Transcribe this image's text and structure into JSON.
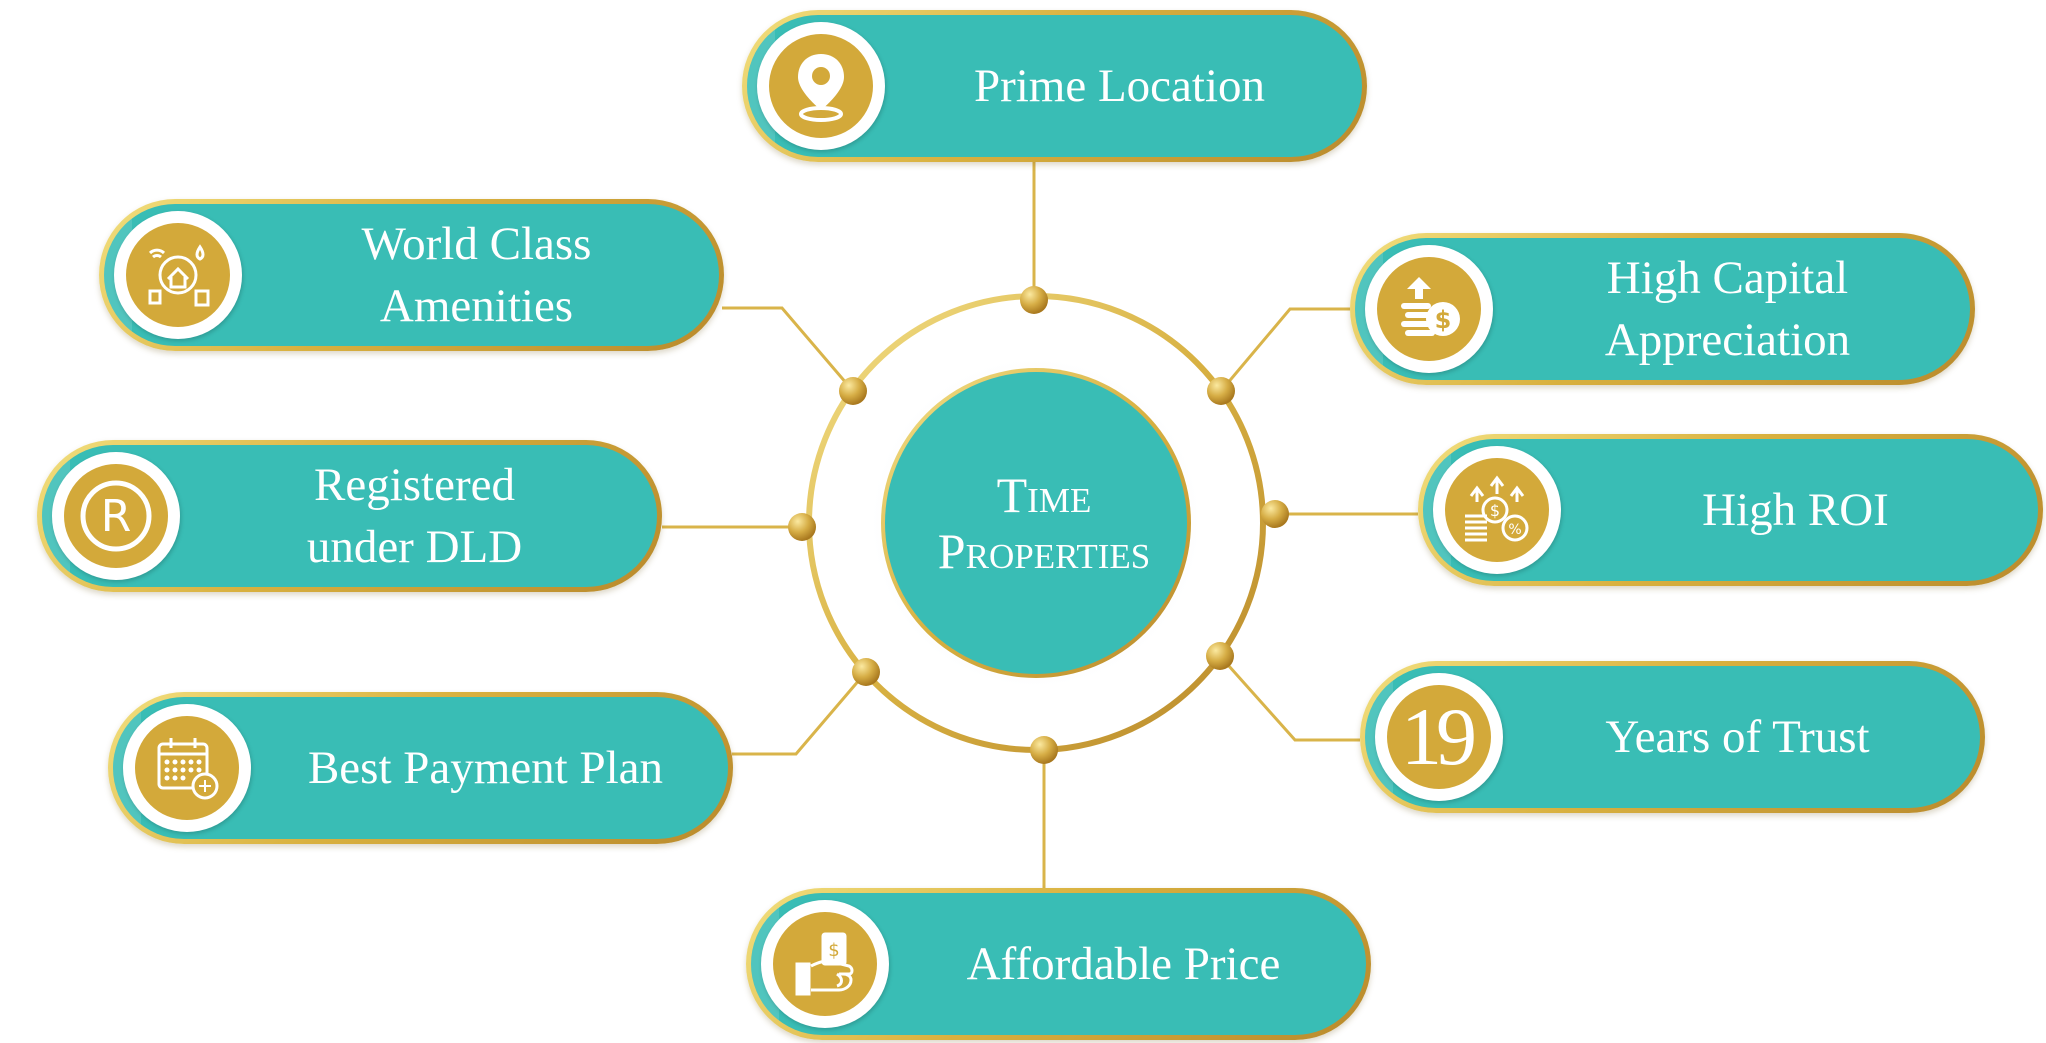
{
  "center": {
    "line1": "Time",
    "line2": "Properties"
  },
  "colors": {
    "teal": "#39bdb5",
    "gold": "#d3a93a",
    "gold_light": "#f2df7e",
    "gold_dark": "#b98a2c",
    "text": "#ffffff"
  },
  "features": [
    {
      "id": "prime-location",
      "icon": "location-pin-icon",
      "lines": [
        "Prime Location"
      ]
    },
    {
      "id": "world-class-amenities",
      "icon": "smart-home-amenities-icon",
      "lines": [
        "World Class",
        "Amenities"
      ]
    },
    {
      "id": "high-capital-appreciation",
      "icon": "coin-growth-icon",
      "lines": [
        "High Capital",
        "Appreciation"
      ]
    },
    {
      "id": "registered-under-dld",
      "icon": "registered-mark-icon",
      "lines": [
        "Registered",
        "under DLD"
      ]
    },
    {
      "id": "high-roi",
      "icon": "roi-chart-coins-icon",
      "lines": [
        "High ROI"
      ]
    },
    {
      "id": "best-payment-plan",
      "icon": "calendar-coins-icon",
      "lines": [
        "Best Payment Plan"
      ]
    },
    {
      "id": "years-of-trust",
      "icon": "years-number-badge",
      "badge_text": "19",
      "lines": [
        "Years of Trust"
      ]
    },
    {
      "id": "affordable-price",
      "icon": "hand-money-icon",
      "lines": [
        "Affordable Price"
      ]
    }
  ]
}
